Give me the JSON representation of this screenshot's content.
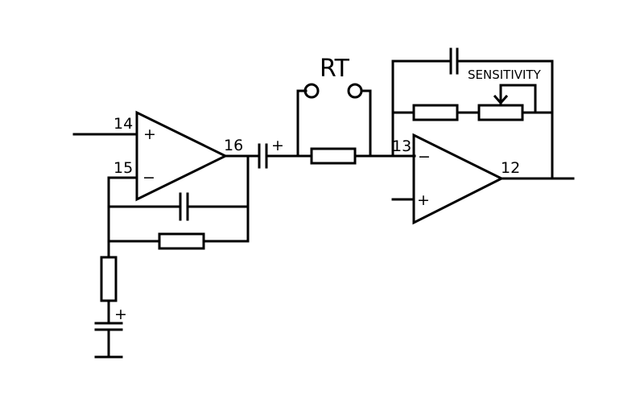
{
  "diagram": {
    "labels": {
      "rt": "RT",
      "sensitivity": "SENSITIVITY"
    },
    "pins": {
      "p14": "14",
      "p15": "15",
      "p16": "16",
      "p13": "13",
      "p12": "12"
    },
    "signs": {
      "plus": "+",
      "minus": "−"
    },
    "colors": {
      "stroke": "#000000",
      "background": "#ffffff"
    }
  }
}
